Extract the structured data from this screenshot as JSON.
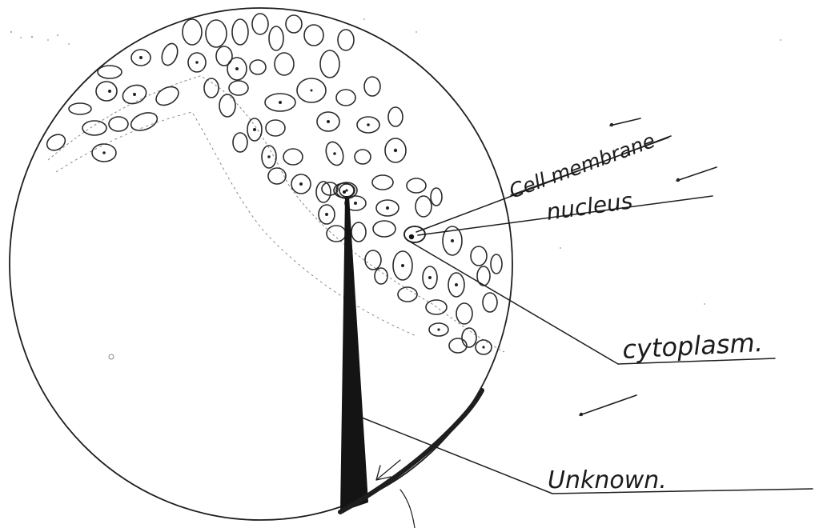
{
  "diagram": {
    "labels": {
      "cell_membrane": "Cell membrane",
      "nucleus": "nucleus",
      "cytoplasm": "cytoplasm.",
      "unknown": "Unknown."
    }
  }
}
